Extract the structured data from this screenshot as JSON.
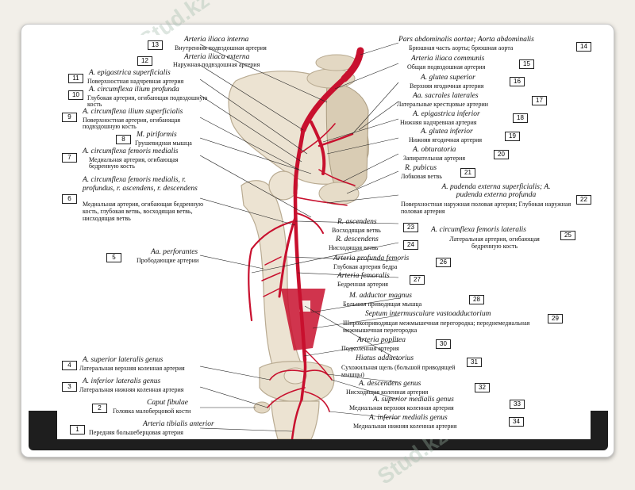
{
  "watermark": "Stud.kz",
  "labels_left": [
    {
      "n": "13",
      "lat": "Arteria iliaca interna",
      "rus": "Внутренняя подвздошная артерия"
    },
    {
      "n": "12",
      "lat": "Arteria iliaca externa",
      "rus": "Наружная подвздошная артерия"
    },
    {
      "n": "11",
      "lat": "A. epigastrica superficialis",
      "rus": "Поверхностная надчревная артерия"
    },
    {
      "n": "10",
      "lat": "A. circumflexa ilium profunda",
      "rus": "Глубокая артерия, огибающая подвздошную кость"
    },
    {
      "n": "9",
      "lat": "A. circumflexa ilium superficialis",
      "rus": "Поверхностная артерия, огибающая подвздошную кость"
    },
    {
      "n": "8",
      "lat": "M. piriformis",
      "rus": "Грушевидная мышца"
    },
    {
      "n": "7",
      "lat": "A. circumflexa femoris medialis",
      "rus": "Медиальная артерия, огибающая бедренную кость"
    },
    {
      "n": "6",
      "lat": "A. circumflexa femoris medialis, r. profundus, r. ascendens, r. descendens",
      "rus": "Медиальная артерия, огибающая бедренную кость, глубокая ветвь, восходящая ветвь, нисходящая ветвь"
    },
    {
      "n": "5",
      "lat": "Aa. perforantes",
      "rus": "Прободающие артерии"
    },
    {
      "n": "4",
      "lat": "A. superior lateralis genus",
      "rus": "Латеральная верхняя коленная артерия"
    },
    {
      "n": "3",
      "lat": "A. inferior lateralis genus",
      "rus": "Латеральная нижняя коленная артерия"
    },
    {
      "n": "2",
      "lat": "Caput fibulae",
      "rus": "Головка малоберцовой кости"
    },
    {
      "n": "1",
      "lat": "Arteria tibialis anterior",
      "rus": "Передняя большеберцовая артерия"
    }
  ],
  "labels_right": [
    {
      "n": "14",
      "lat": "Pars abdominalis aortae; Aorta abdominalis",
      "rus": "Брюшная часть аорты; брюшная аорта"
    },
    {
      "n": "15",
      "lat": "Arteria iliaca communis",
      "rus": "Общая подвздошная артерия"
    },
    {
      "n": "16",
      "lat": "A. glutea superior",
      "rus": "Верхняя ягодичная артерия"
    },
    {
      "n": "17",
      "lat": "Aa. sacrales laterales",
      "rus": "Латеральные крестцовые артерии"
    },
    {
      "n": "18",
      "lat": "A. epigastrica inferior",
      "rus": "Нижняя надчревная артерия"
    },
    {
      "n": "19",
      "lat": "A. glutea inferior",
      "rus": "Нижняя ягодичная артерия"
    },
    {
      "n": "20",
      "lat": "A. obturatoria",
      "rus": "Запирательная артерия"
    },
    {
      "n": "21",
      "lat": "R. pubicus",
      "rus": "Лобковая ветвь"
    },
    {
      "n": "22",
      "lat": "A. pudenda externa superficialis; A. pudenda externa profunda",
      "rus": "Поверхностная наружная половая артерия; Глубокая наружная половая артерия"
    },
    {
      "n": "23",
      "lat": "R. ascendens",
      "rus": "Восходящая ветвь"
    },
    {
      "n": "24",
      "lat": "R. descendens",
      "rus": "Нисходящая ветвь"
    },
    {
      "n": "25",
      "lat": "A. circumflexa femoris lateralis",
      "rus": "Латеральная артерия, огибающая бедренную кость"
    },
    {
      "n": "26",
      "lat": "Arteria profunda femoris",
      "rus": "Глубокая артерия бедра"
    },
    {
      "n": "27",
      "lat": "Arteria femoralis",
      "rus": "Бедренная артерия"
    },
    {
      "n": "28",
      "lat": "M. adductor magnus",
      "rus": "Большая приводящая мышца"
    },
    {
      "n": "29",
      "lat": "Septum intermusculare vastoadductorium",
      "rus": "Широкоприводящая межмышечная перегородка; переднемедиальная межмышечная перегородка"
    },
    {
      "n": "30",
      "lat": "Arteria poplitea",
      "rus": "Подколенная артерия"
    },
    {
      "n": "31",
      "lat": "Hiatus adductorius",
      "rus": "Сухожильная щель (большой приводящей мышцы)"
    },
    {
      "n": "32",
      "lat": "A. descendens genus",
      "rus": "Нисходящая коленная артерия"
    },
    {
      "n": "33",
      "lat": "A. superior medialis genus",
      "rus": "Медиальная верхняя коленная артерия"
    },
    {
      "n": "34",
      "lat": "A. inferior medialis genus",
      "rus": "Медиальная нижняя коленная артерия"
    }
  ],
  "colors": {
    "artery": "#c8102e",
    "bone": "#ece3d2",
    "bone_edge": "#b9ab92",
    "leader": "#222222"
  }
}
